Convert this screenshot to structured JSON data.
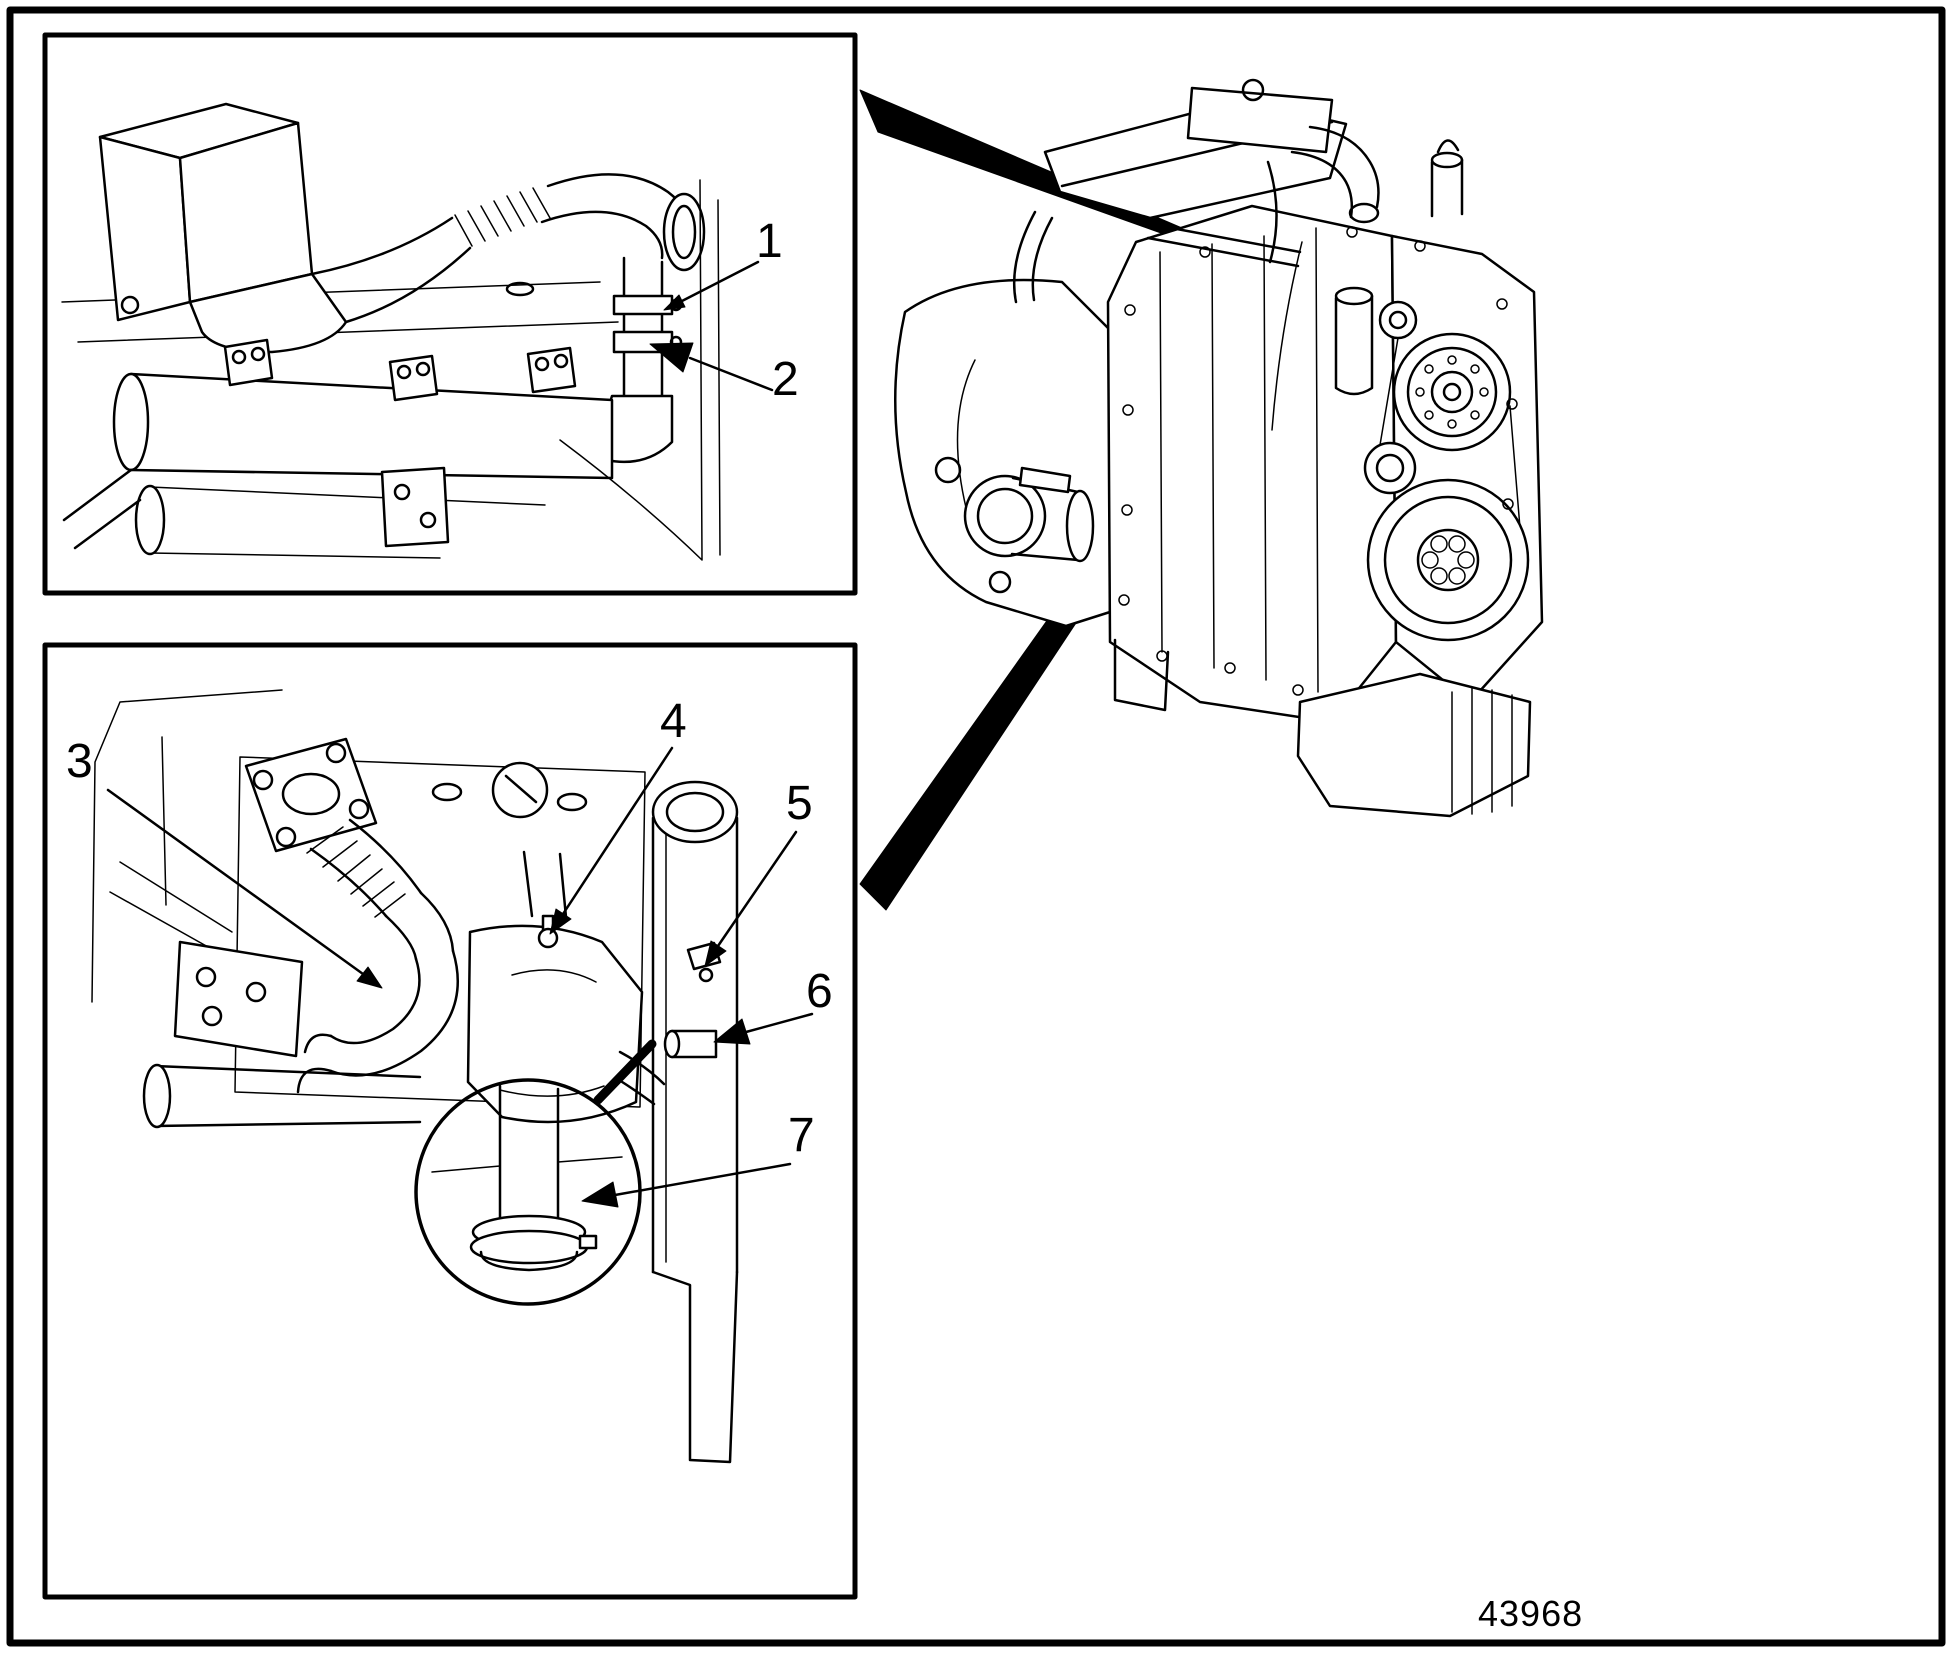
{
  "figure": {
    "drawing_number": "43968",
    "callouts": [
      "1",
      "2",
      "3",
      "4",
      "5",
      "6",
      "7"
    ]
  },
  "colors": {
    "ink": "#000000",
    "paper": "#ffffff"
  }
}
